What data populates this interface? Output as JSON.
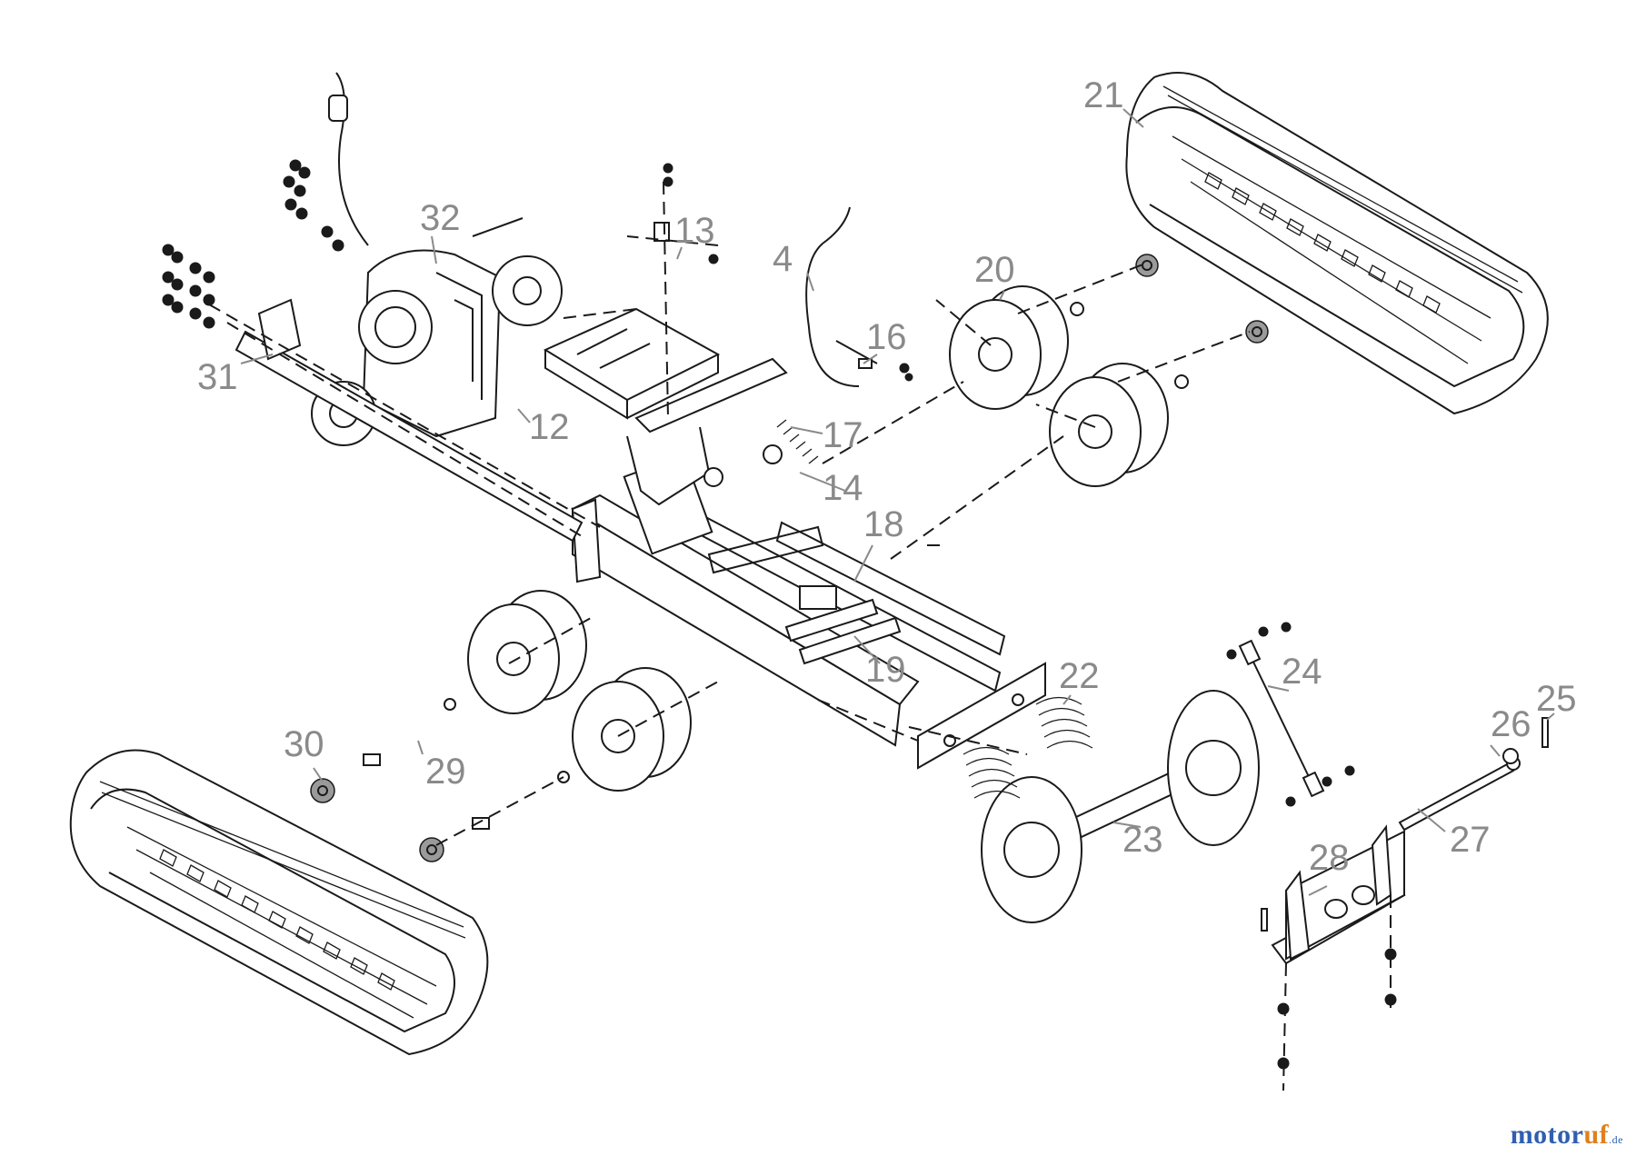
{
  "diagram": {
    "labels": [
      "21",
      "32",
      "13",
      "4",
      "20",
      "16",
      "31",
      "12",
      "17",
      "14",
      "18",
      "19",
      "22",
      "24",
      "25",
      "26",
      "30",
      "29",
      "23",
      "27",
      "28"
    ]
  },
  "watermark": {
    "part1": "motor",
    "part2": "uf",
    "part3": ".de"
  },
  "colors": {
    "line": "#1a1a1a",
    "callout": "#8a8a8a",
    "watermark_blue": "#2f5fb0",
    "watermark_orange": "#e0801e"
  }
}
